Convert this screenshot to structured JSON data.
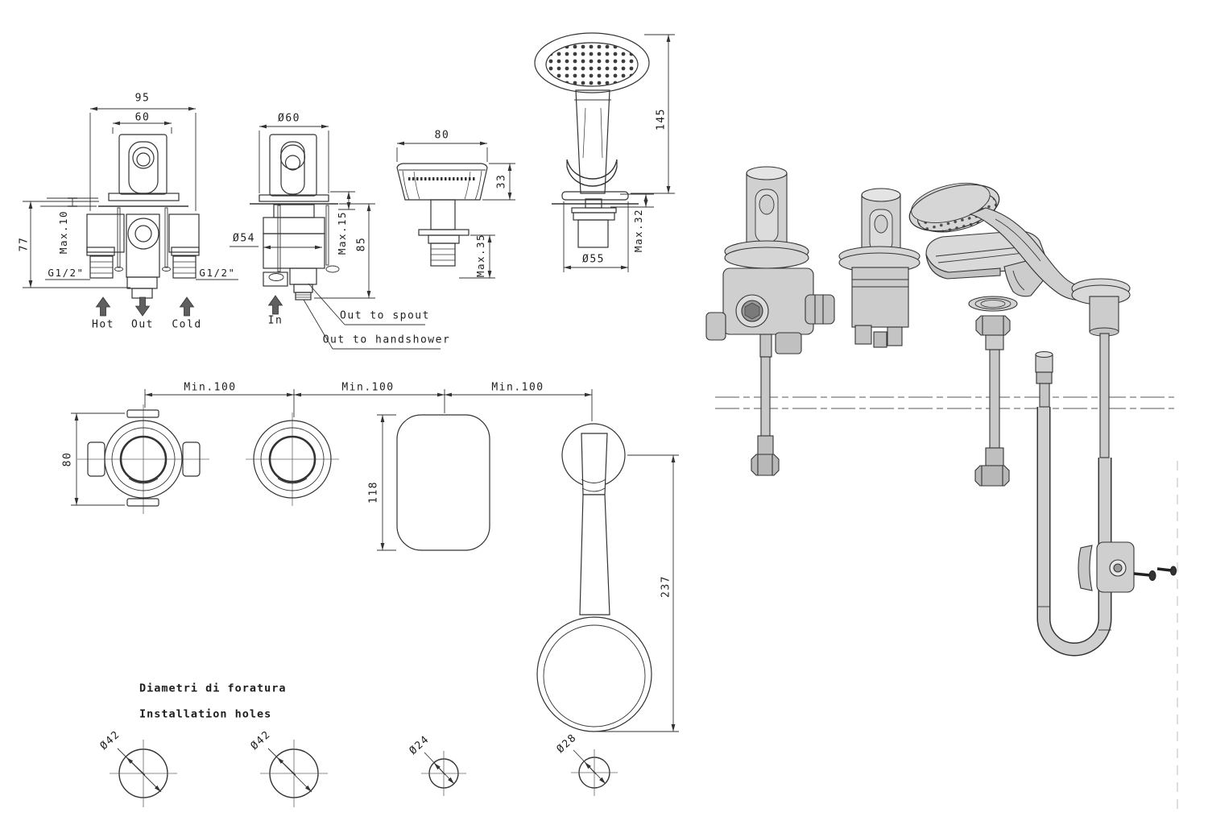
{
  "colors": {
    "line": "#333333",
    "centerline": "#666666",
    "deck_line": "#8f8f8f",
    "fill_light": "#d7d7d7",
    "fill_mid": "#c7c7c7",
    "fill_dark": "#b5b5b5",
    "arrow_fill": "#5f5f5f"
  },
  "views": {
    "valve_front": {
      "dim_overall_width": "95",
      "dim_handle_width": "60",
      "dim_max_panel": "Max.10",
      "dim_height": "77",
      "thread_left": "G1/2\"",
      "thread_right": "G1/2\"",
      "flow_hot": "Hot",
      "flow_out": "Out",
      "flow_cold": "Cold"
    },
    "valve_side": {
      "dim_trim_diameter": "Ø60",
      "dim_body_diameter": "Ø54",
      "dim_max_panel": "Max.15",
      "dim_depth": "85",
      "label_in": "In",
      "label_out_spout": "Out to spout",
      "label_out_handshower": "Out to handshower"
    },
    "spout_side": {
      "dim_width": "80",
      "dim_body_height": "33",
      "dim_max_deck": "Max.35"
    },
    "handshower_side": {
      "dim_height": "145",
      "dim_max_deck": "Max.32",
      "dim_base_diameter": "Ø55"
    },
    "plan_row": {
      "dim_spacing_1": "Min.100",
      "dim_spacing_2": "Min.100",
      "dim_spacing_3": "Min.100",
      "dim_valve_width": "80",
      "dim_spout_length": "118",
      "dim_handshower_length": "237"
    },
    "installation_holes": {
      "title_italian": "Diametri di foratura",
      "title_english": "Installation holes",
      "hole_1": "Ø42",
      "hole_2": "Ø42",
      "hole_3": "Ø24",
      "hole_4": "Ø28"
    }
  }
}
